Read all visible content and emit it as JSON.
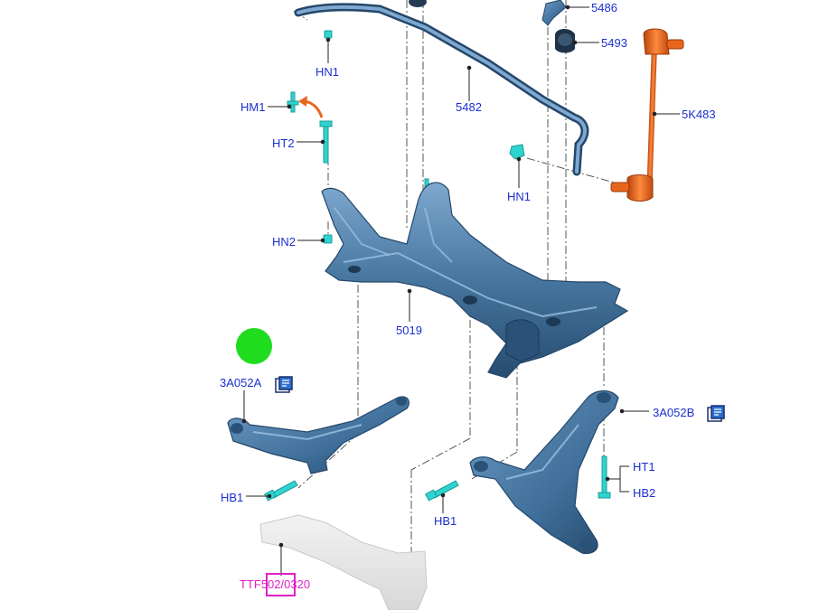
{
  "colors": {
    "callout_text": "#1a2fd0",
    "reference_text": "#e020c8",
    "part_fill": "#3f6f9a",
    "part_highlight": "#6d9bc4",
    "part_shadow": "#24476a",
    "fastener": "#2fd3cf",
    "link_fill": "#e8661c",
    "link_highlight": "#ff9b55",
    "ghost_part": "#e6e6e6",
    "hotspot": "#1fdc1f"
  },
  "icons": {
    "part_info": "part-info-icon",
    "hotspot": "selection-hotspot"
  },
  "callouts": {
    "c5486": "5486",
    "c5493": "5493",
    "c5482": "5482",
    "c5k483": "5K483",
    "hn1_top": "HN1",
    "hn1_right": "HN1",
    "hm1": "HM1",
    "ht2": "HT2",
    "hn2": "HN2",
    "c5019": "5019",
    "c3a052a": "3A052A",
    "c3a052b": "3A052B",
    "ht1": "HT1",
    "hb2": "HB2",
    "hb1_left": "HB1",
    "hb1_mid": "HB1"
  },
  "reference": {
    "ttf": "TTF502/0320"
  }
}
